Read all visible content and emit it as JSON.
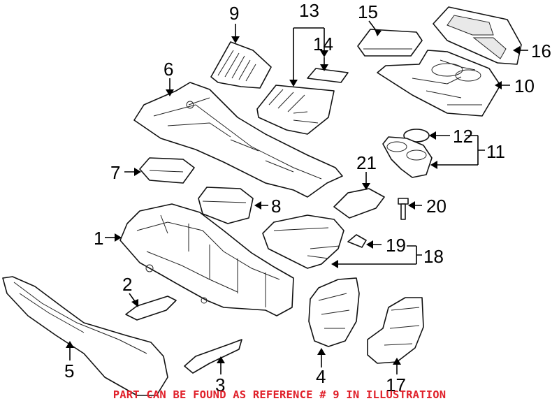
{
  "callouts": {
    "c1": "1",
    "c2": "2",
    "c3": "3",
    "c4": "4",
    "c5": "5",
    "c6": "6",
    "c7": "7",
    "c8": "8",
    "c9": "9",
    "c10": "10",
    "c11": "11",
    "c12": "12",
    "c13": "13",
    "c14": "14",
    "c15": "15",
    "c16": "16",
    "c17": "17",
    "c18": "18",
    "c19": "19",
    "c20": "20",
    "c21": "21"
  },
  "footer_note": "PART CAN BE FOUND AS REFERENCE # 9 IN ILLUSTRATION",
  "colors": {
    "note_red": "#e0202a",
    "line": "#111111"
  }
}
